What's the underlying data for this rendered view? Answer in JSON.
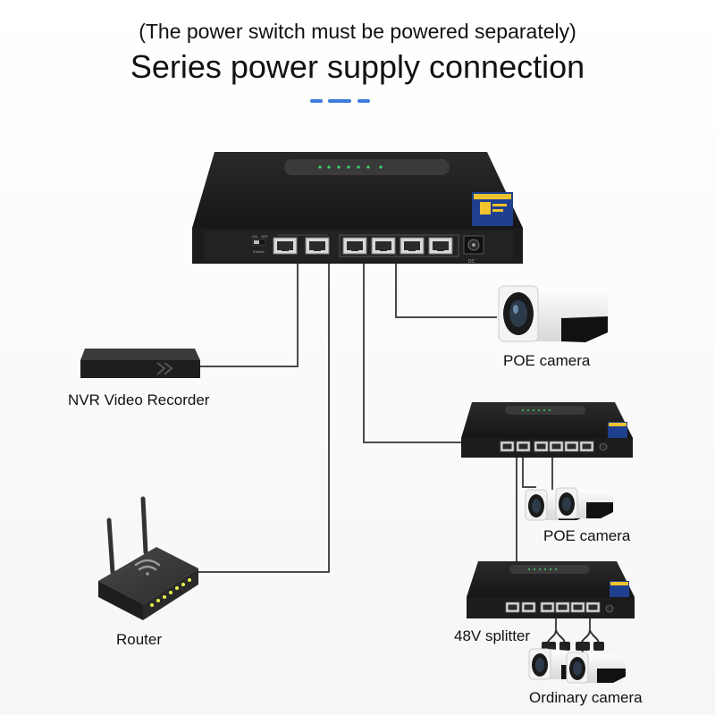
{
  "header": {
    "subtitle": "(The power switch must be powered separately)",
    "title": "Series power supply connection"
  },
  "labels": {
    "poe_camera_top": "POE camera",
    "nvr": "NVR Video Recorder",
    "poe_camera_mid": "POE camera",
    "router": "Router",
    "splitter": "48V splitter",
    "ordinary_camera": "Ordinary camera"
  },
  "colors": {
    "accent": "#3b7dd8",
    "switch_body": "#1e1e1e",
    "cable": "#4a4a4a",
    "led_green": "#39d36b"
  },
  "icons": [
    "poe-switch-icon",
    "bullet-camera-icon",
    "nvr-icon",
    "router-icon",
    "splitter-icon"
  ]
}
